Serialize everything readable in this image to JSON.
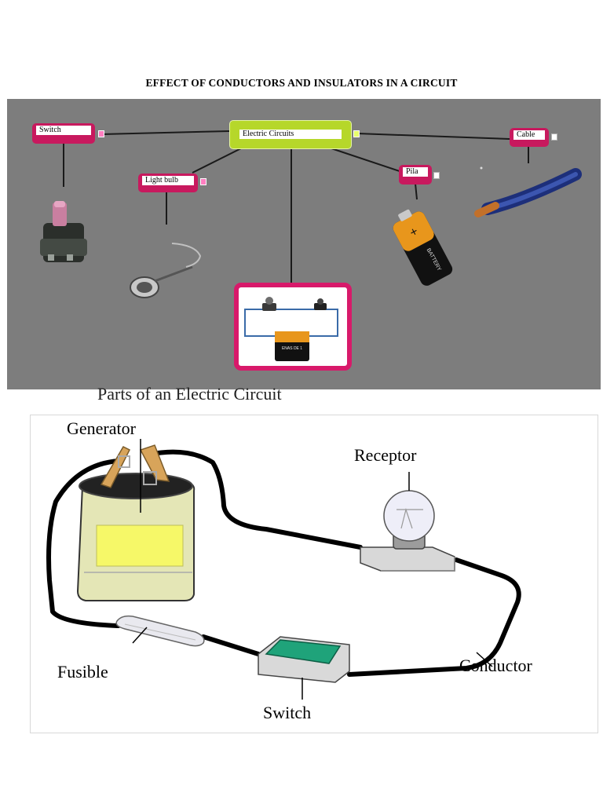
{
  "document": {
    "title": "EFFECT OF CONDUCTORS AND INSULATORS IN A CIRCUIT"
  },
  "concept_map": {
    "central_node": "Electric Circuits",
    "nodes": [
      {
        "id": "switch",
        "label": "Switch"
      },
      {
        "id": "light-bulb",
        "label": "Light bulb"
      },
      {
        "id": "pila",
        "label": "Pila"
      },
      {
        "id": "cable",
        "label": "Cable"
      }
    ],
    "battery_text": "BATTERY",
    "mini_battery_text": "ENAS DE 1"
  },
  "circuit_diagram": {
    "title": "Parts of an Electric Circuit",
    "labels": {
      "generator": "Generator",
      "receptor": "Receptor",
      "fusible": "Fusible",
      "switch": "Switch",
      "conductor": "Conductor"
    }
  },
  "colors": {
    "map_background": "#7d7d7d",
    "node_pink": "#c8195e",
    "node_green": "#b6d72a",
    "frame_pink": "#d8196a",
    "battery_orange": "#e8961c",
    "switch_green": "#1fa37a"
  }
}
